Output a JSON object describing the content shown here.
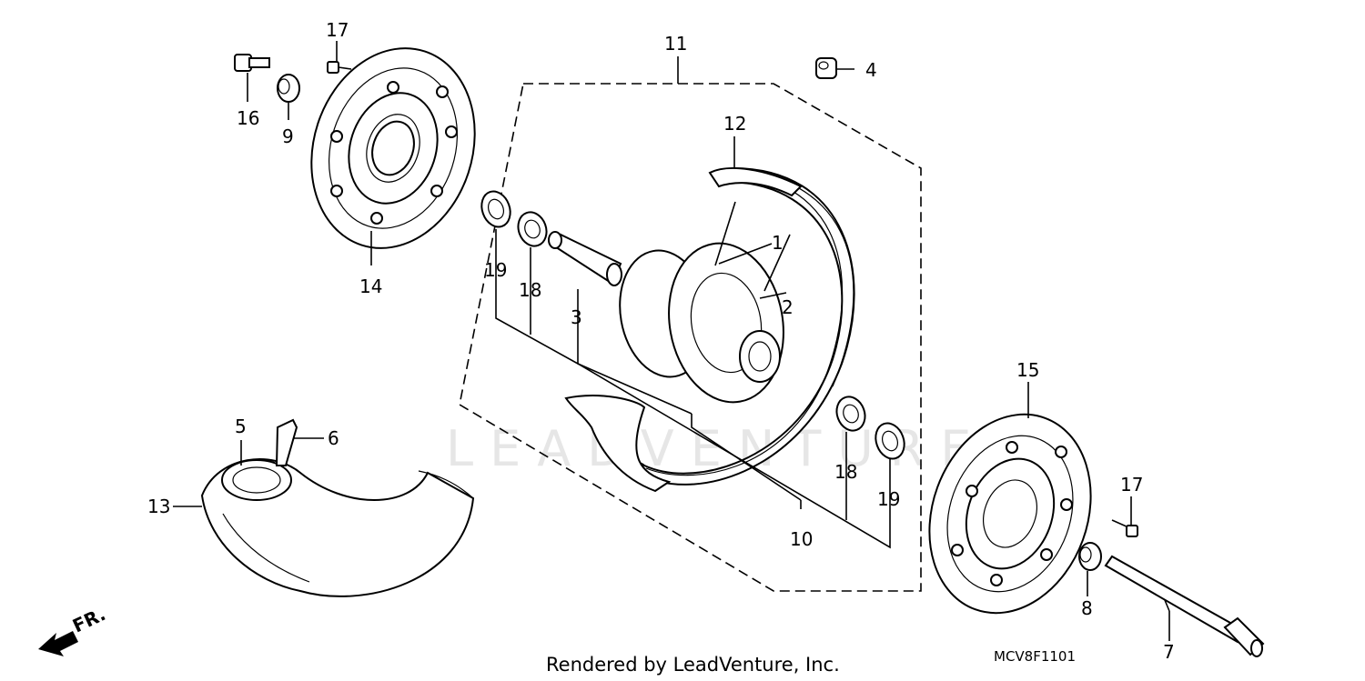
{
  "callouts": [
    "1",
    "2",
    "3",
    "4",
    "5",
    "6",
    "7",
    "8",
    "9",
    "10",
    "11",
    "12",
    "13",
    "14",
    "15",
    "16",
    "17",
    "17",
    "18",
    "18",
    "19",
    "19"
  ],
  "footer": {
    "credit": "Rendered by LeadVenture, Inc.",
    "diagram_code": "MCV8F1101"
  },
  "direction": {
    "label": "FR."
  },
  "watermark": "LEADVENTURE",
  "colors": {
    "line": "#000000",
    "background": "#ffffff",
    "watermark": "#e6e6e6"
  }
}
